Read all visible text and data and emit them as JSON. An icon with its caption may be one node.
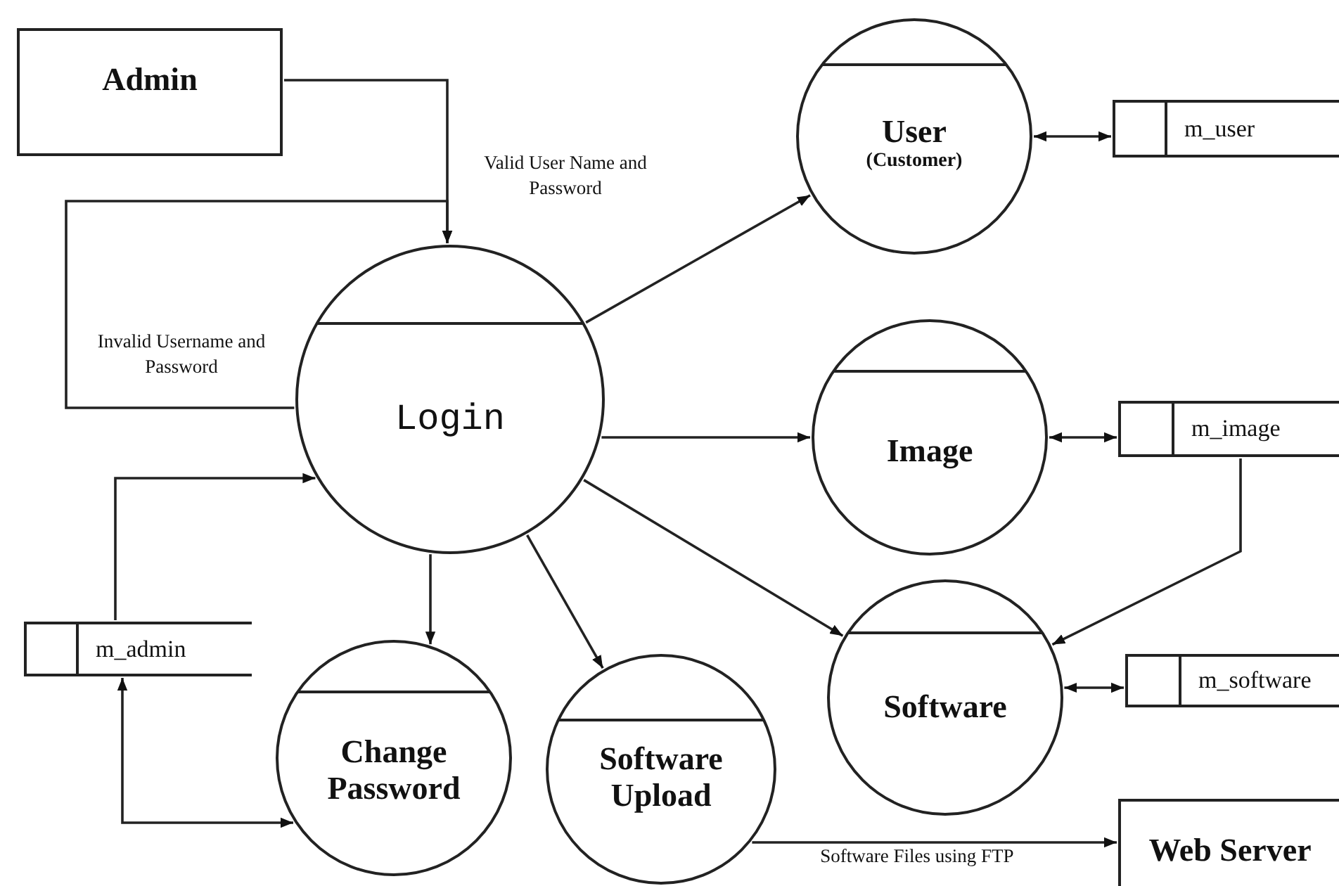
{
  "diagram": {
    "nodes": [
      {
        "text": [
          "Admin"
        ]
      },
      {
        "text": [
          "Login"
        ]
      },
      {
        "text": [
          "User",
          "(Customer)"
        ]
      },
      {
        "text": [
          "m_user"
        ]
      },
      {
        "text": [
          "Image"
        ]
      },
      {
        "text": [
          "m_image"
        ]
      },
      {
        "text": [
          "m_admin"
        ]
      },
      {
        "text": [
          "Change Password"
        ]
      },
      {
        "text": [
          "Software Upload"
        ]
      },
      {
        "text": [
          "Software"
        ]
      },
      {
        "text": [
          "m_software"
        ]
      },
      {
        "text": [
          "Web Server"
        ]
      }
    ],
    "edges": [
      {
        "from": 0,
        "to": 1,
        "arrow": "to",
        "label": "Valid User Name and Password"
      },
      {
        "from": 1,
        "to": 1,
        "arrow": "to",
        "label": "Invalid Username and Password"
      },
      {
        "from": 1,
        "to": 2,
        "arrow": "to"
      },
      {
        "from": 1,
        "to": 4,
        "arrow": "to"
      },
      {
        "from": 1,
        "to": 9,
        "arrow": "to"
      },
      {
        "from": 1,
        "to": 7,
        "arrow": "to"
      },
      {
        "from": 1,
        "to": 8,
        "arrow": "to"
      },
      {
        "from": 2,
        "to": 3,
        "arrow": "both"
      },
      {
        "from": 4,
        "to": 5,
        "arrow": "both"
      },
      {
        "from": 5,
        "to": 9,
        "arrow": "to"
      },
      {
        "from": 9,
        "to": 10,
        "arrow": "both"
      },
      {
        "from": 6,
        "to": 1,
        "arrow": "to"
      },
      {
        "from": 7,
        "to": 6,
        "arrow": "both"
      },
      {
        "from": 8,
        "to": 11,
        "arrow": "to",
        "label": "Software Files using FTP"
      }
    ]
  }
}
